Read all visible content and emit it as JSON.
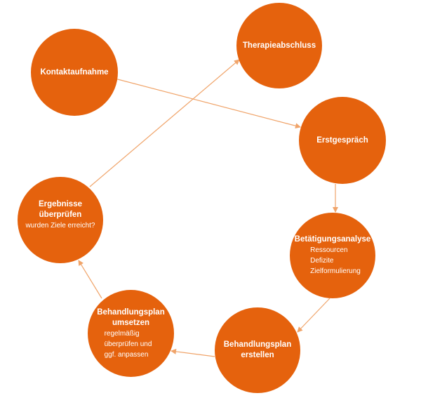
{
  "colors": {
    "node": "#E5620D",
    "arrow": "#F0A46A",
    "text": "#FFFFFF"
  },
  "nodes": {
    "kontakt": {
      "title": "Kontaktaufnahme"
    },
    "therapie": {
      "title": "Therapieabschluss"
    },
    "erstgespraech": {
      "title": "Erstgespräch"
    },
    "analyse": {
      "title": "Betätigungsanalyse",
      "items": [
        "Ressourcen",
        "Defizite",
        "Zielformulierung"
      ]
    },
    "erstellen": {
      "title_lines": [
        "Behandlungsplan",
        "erstellen"
      ]
    },
    "umsetzen": {
      "title_lines": [
        "Behandlungsplan",
        "umsetzen"
      ],
      "items": [
        "regelmäßig",
        "überprüfen und",
        "ggf. anpassen"
      ]
    },
    "ergebnisse": {
      "title_lines": [
        "Ergebnisse",
        "überprüfen"
      ],
      "sub": "wurden Ziele erreicht?"
    }
  }
}
